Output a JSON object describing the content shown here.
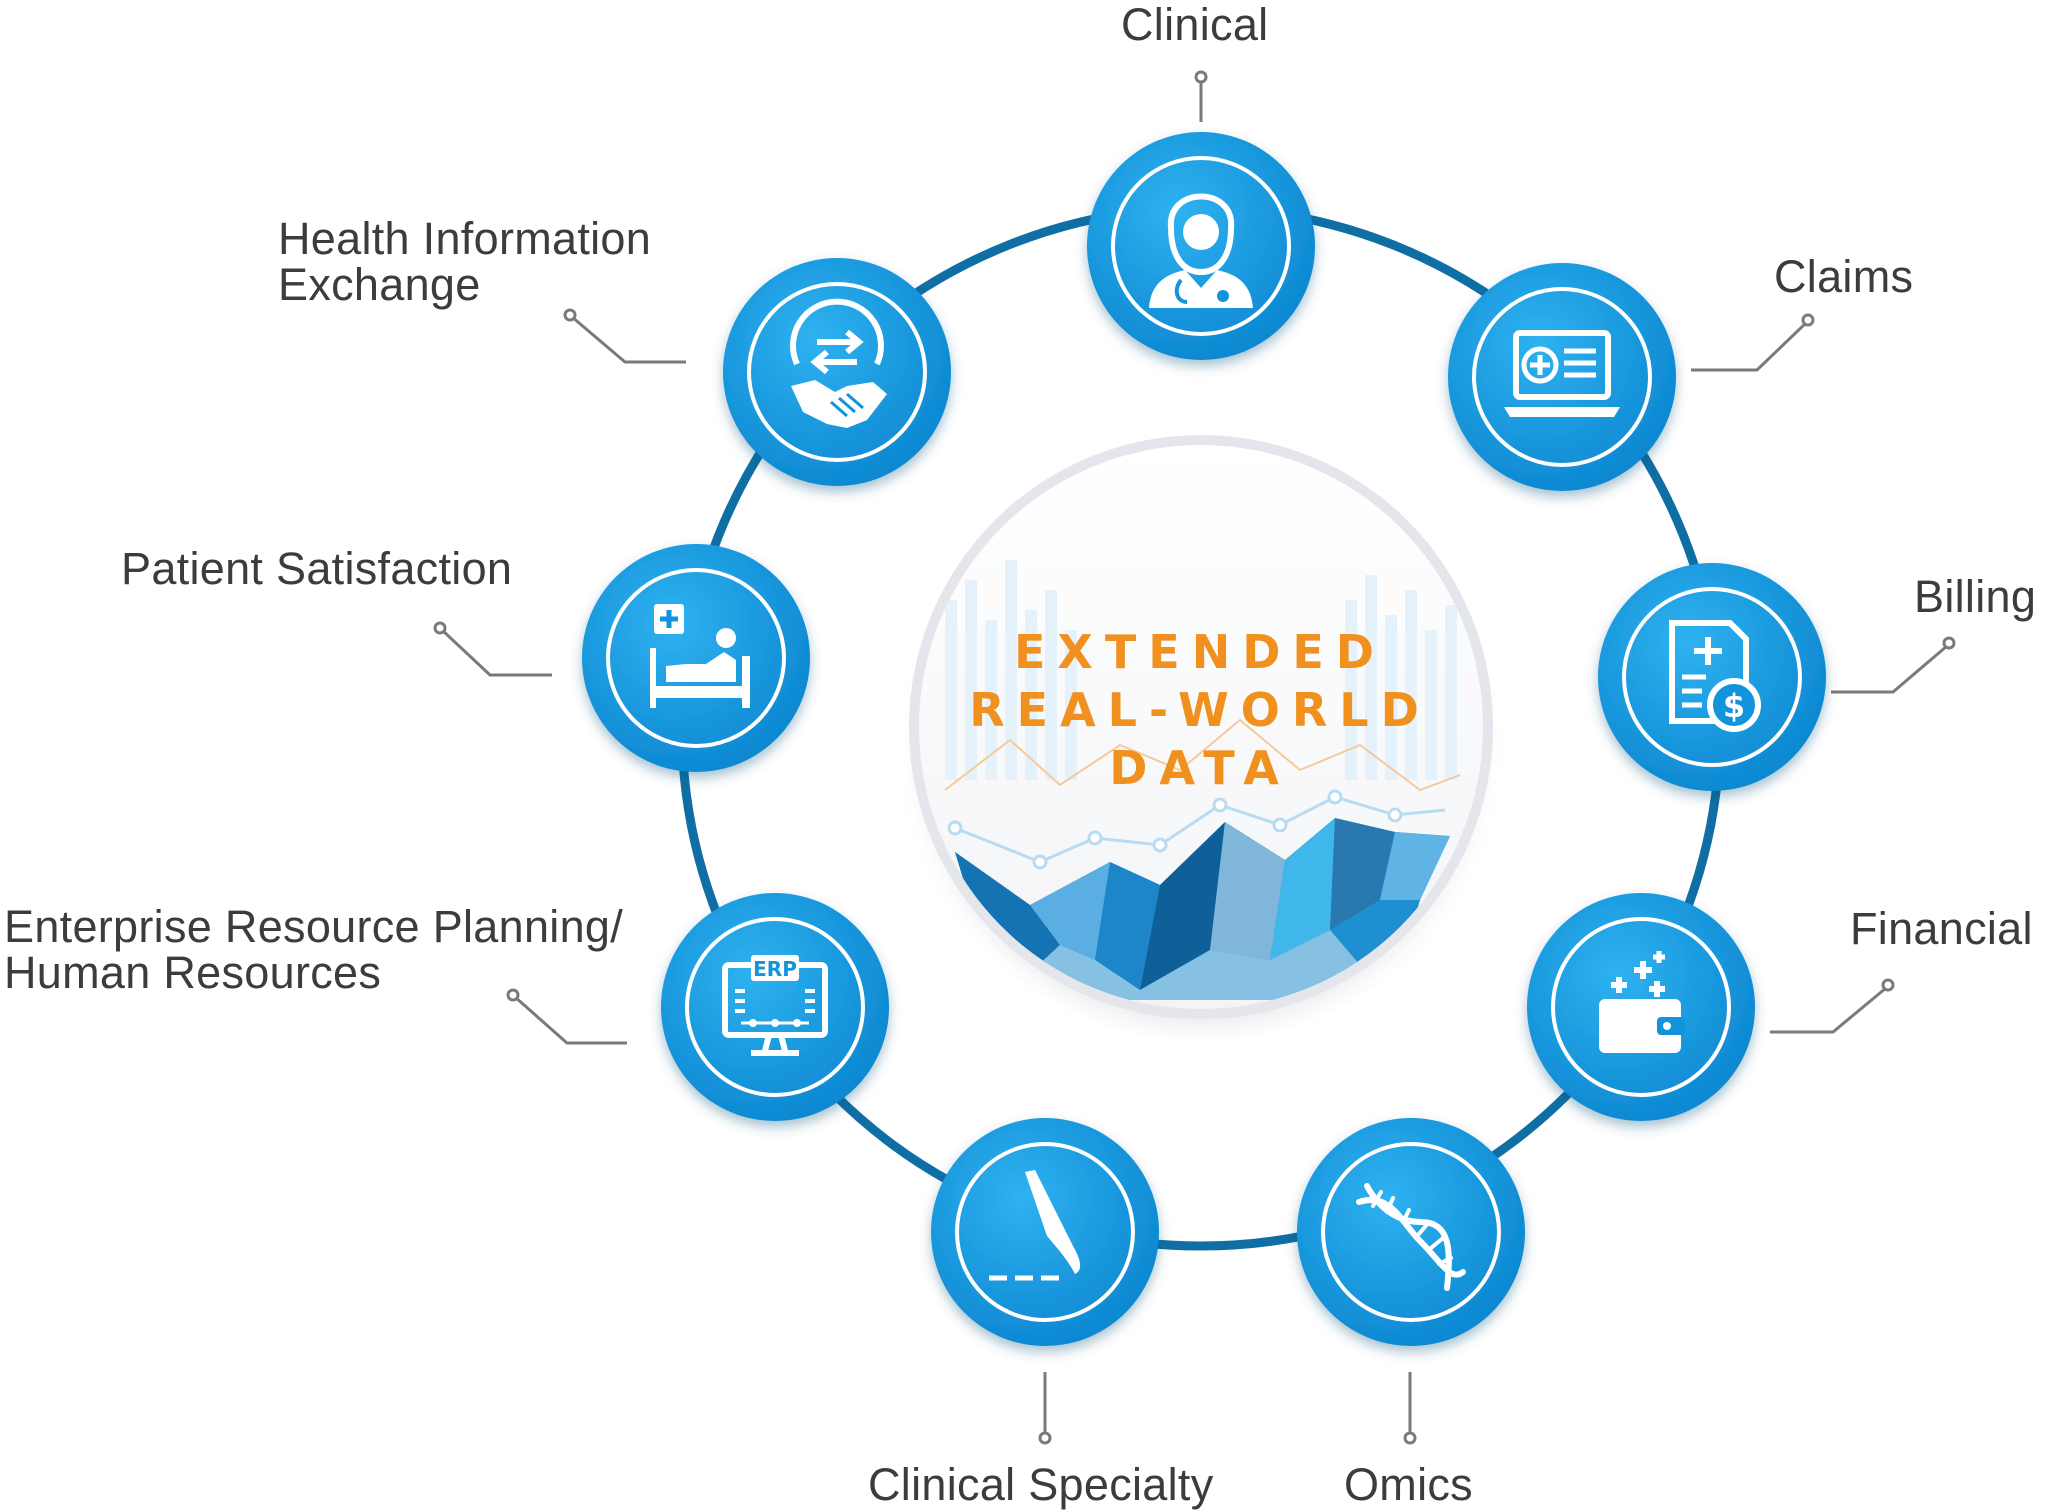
{
  "center": {
    "lines": [
      "EXTENDED",
      "REAL-WORLD",
      "DATA"
    ],
    "accent_color": "#f0901e"
  },
  "colors": {
    "node_blue": "#1294dc",
    "ring": "#0f6fa5",
    "connector": "#7a7a7a",
    "label_text": "#3c3c3c"
  },
  "nodes": [
    {
      "id": "clinical",
      "lines": [
        "Clinical"
      ],
      "icon": "doctor-icon"
    },
    {
      "id": "claims",
      "lines": [
        "Claims"
      ],
      "icon": "laptop-medical-icon"
    },
    {
      "id": "billing",
      "lines": [
        "Billing"
      ],
      "icon": "medical-bill-icon"
    },
    {
      "id": "financial",
      "lines": [
        "Financial"
      ],
      "icon": "wallet-icon"
    },
    {
      "id": "omics",
      "lines": [
        "Omics"
      ],
      "icon": "dna-icon"
    },
    {
      "id": "clinical-specialty",
      "lines": [
        "Clinical Specialty"
      ],
      "icon": "scalpel-icon"
    },
    {
      "id": "erp-hr",
      "lines": [
        "Enterprise Resource Planning/",
        "Human Resources"
      ],
      "icon": "erp-monitor-icon",
      "icon_text": "ERP"
    },
    {
      "id": "patient-satisfaction",
      "lines": [
        "Patient Satisfaction"
      ],
      "icon": "hospital-bed-icon"
    },
    {
      "id": "health-information-exchange",
      "lines": [
        "Health Information",
        "Exchange"
      ],
      "icon": "handshake-exchange-icon"
    }
  ]
}
